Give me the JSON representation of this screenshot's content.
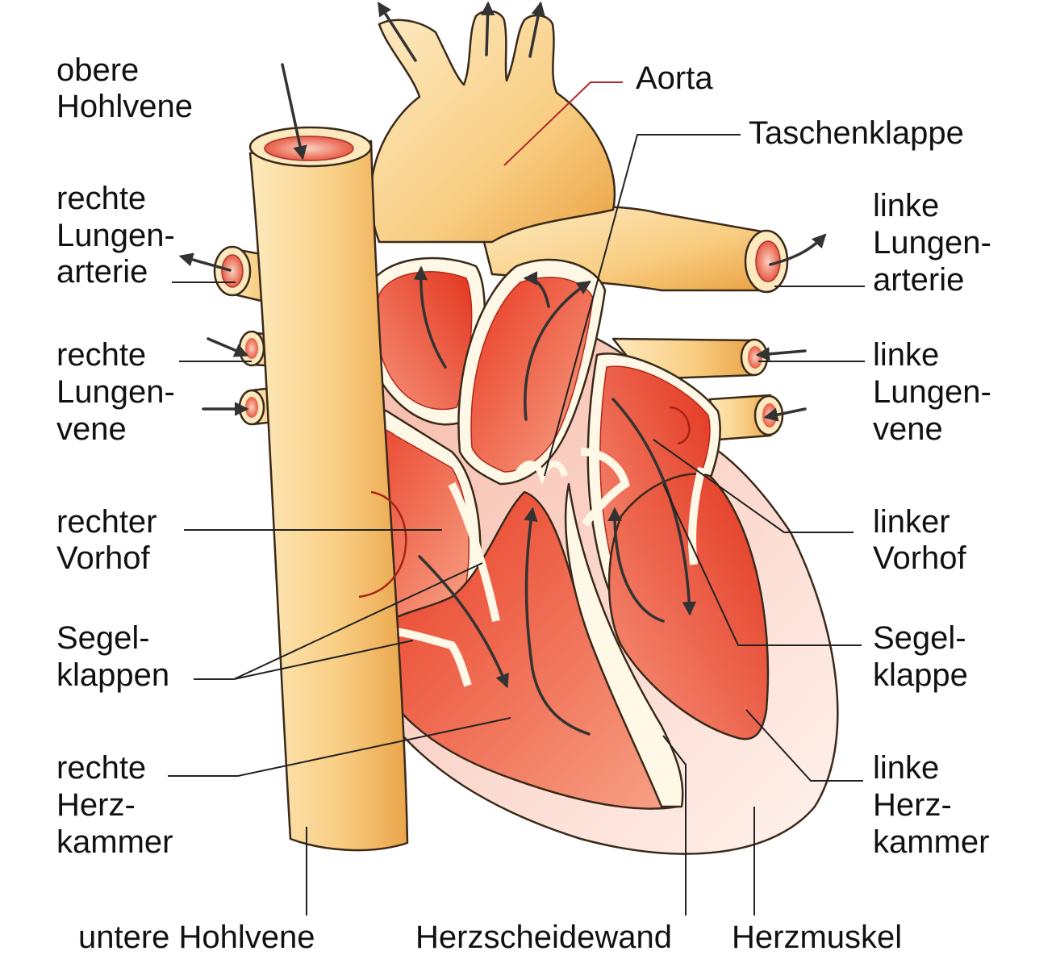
{
  "labels": {
    "obere_hohlvene": [
      "obere",
      "Hohlvene"
    ],
    "aorta": "Aorta",
    "taschenklappe": "Taschenklappe",
    "rechte_lungenarterie": [
      "rechte",
      "Lungen-",
      "arterie"
    ],
    "linke_lungenarterie": [
      "linke",
      "Lungen-",
      "arterie"
    ],
    "rechte_lungenvene": [
      "rechte",
      "Lungen-",
      "vene"
    ],
    "linke_lungenvene": [
      "linke",
      "Lungen-",
      "vene"
    ],
    "rechter_vorhof": [
      "rechter",
      "Vorhof"
    ],
    "linker_vorhof": [
      "linker",
      "Vorhof"
    ],
    "segelklappen": [
      "Segel-",
      "klappen"
    ],
    "segelklappe": [
      "Segel-",
      "klappe"
    ],
    "rechte_herzkammer": [
      "rechte",
      "Herz-",
      "kammer"
    ],
    "linke_herzkammer": [
      "linke",
      "Herz-",
      "kammer"
    ],
    "untere_hohlvene": "untere Hohlvene",
    "herzscheidewand": "Herzscheidewand",
    "herzmuskel": "Herzmuskel"
  },
  "colors": {
    "vessel": "#f9cf85",
    "vessel_dark": "#e9a543",
    "vessel_light": "#fde9bd",
    "chamber": "#e8432a",
    "chamber_light": "#f58a6f",
    "muscle": "#fbe0d6",
    "wall": "#fff8e6",
    "arrow": "#333333",
    "leader": "#222222",
    "aorta_leader": "#b3262b"
  }
}
